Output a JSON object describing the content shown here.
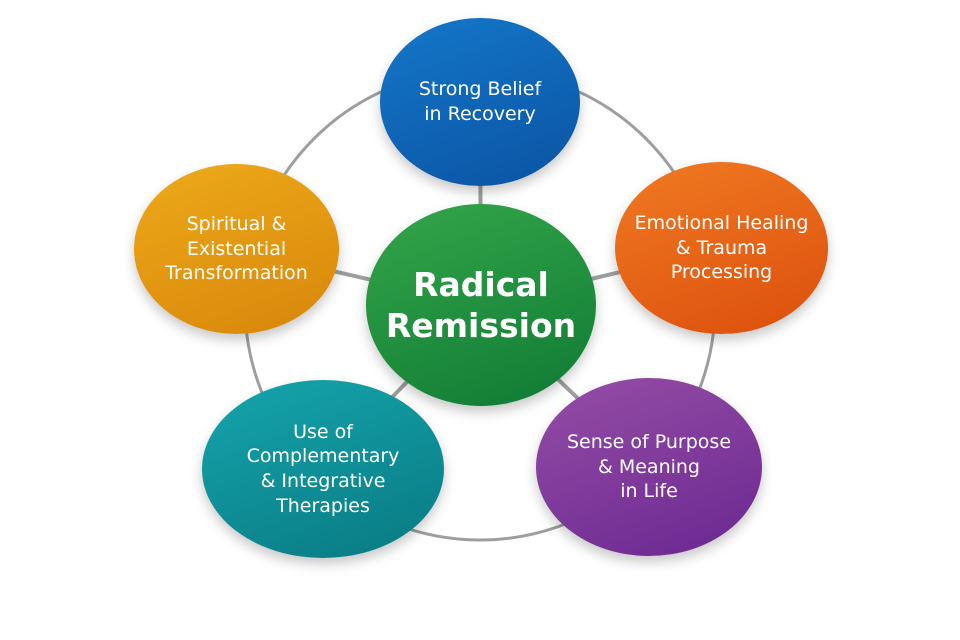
{
  "diagram": {
    "type": "hub-and-spoke",
    "connector_color": "#9e9e9e",
    "center": {
      "label": "Radical\nRemission",
      "color_light": "#34a64a",
      "color_dark": "#0f7a34"
    },
    "nodes": [
      {
        "id": "belief",
        "label": "Strong Belief\nin Recovery",
        "color_light": "#1477c9",
        "color_dark": "#0b53a3"
      },
      {
        "id": "emotional",
        "label": "Emotional Healing\n& Trauma\nProcessing",
        "color_light": "#f07a22",
        "color_dark": "#dc4f0c"
      },
      {
        "id": "purpose",
        "label": "Sense of Purpose\n& Meaning\nin Life",
        "color_light": "#954ea6",
        "color_dark": "#6a2790"
      },
      {
        "id": "therapies",
        "label": "Use of\nComplementary\n& Integrative\nTherapies",
        "color_light": "#15a5ad",
        "color_dark": "#097982"
      },
      {
        "id": "spiritual",
        "label": "Spiritual &\nExistential\nTransformation",
        "color_light": "#edaa1a",
        "color_dark": "#d8860a"
      }
    ]
  }
}
